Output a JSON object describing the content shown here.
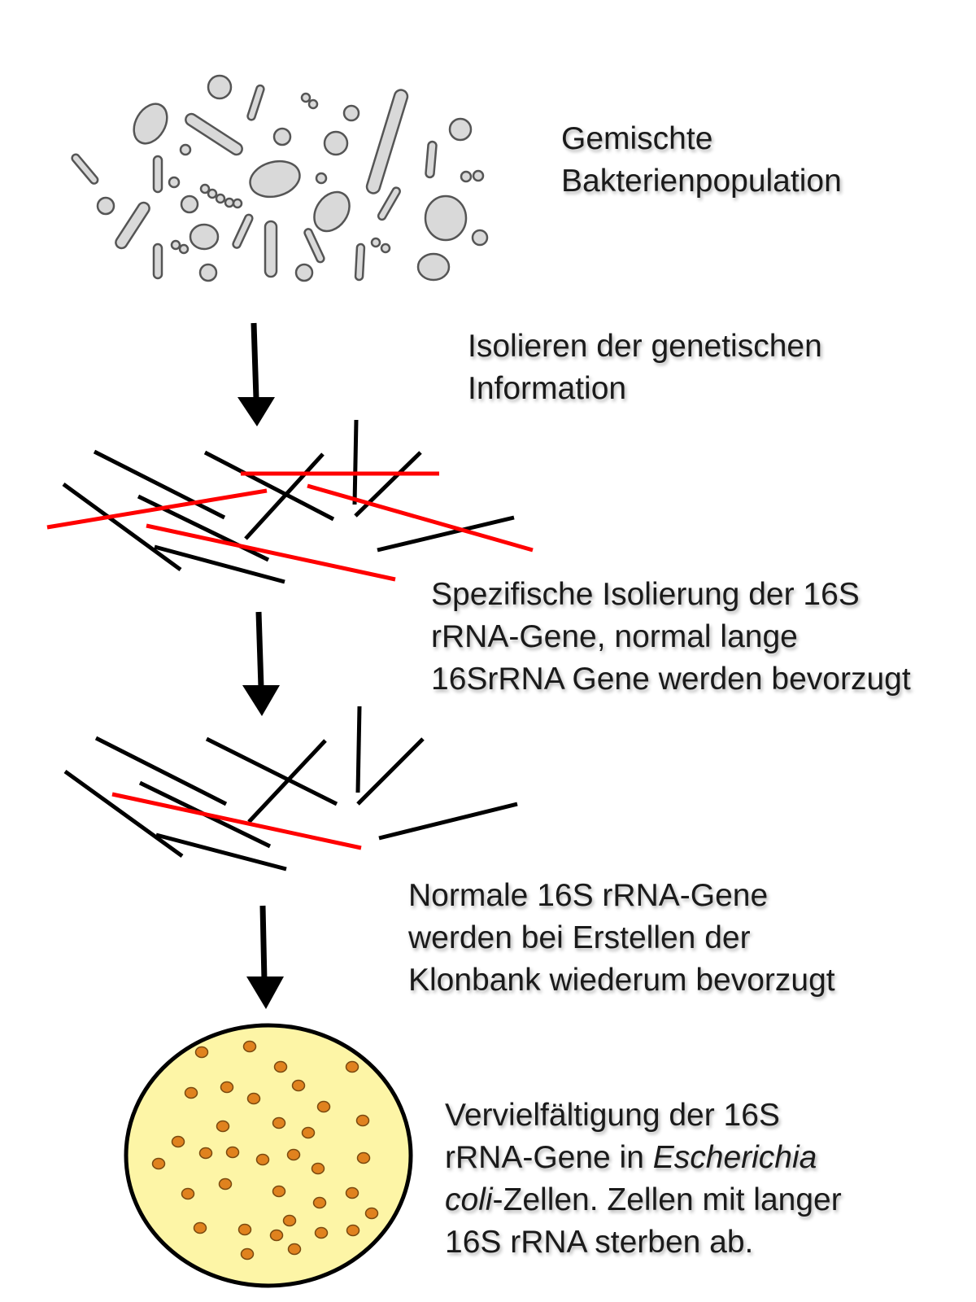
{
  "steps": {
    "mixed": {
      "line1": "Gemischte",
      "line2": "Bakterienpopulation"
    },
    "isolate": {
      "line1": "Isolieren der genetischen",
      "line2": "Information"
    },
    "specific": {
      "line1": "Spezifische Isolierung der 16S",
      "line2": "rRNA-Gene, normal lange",
      "line3": "16SrRNA Gene werden bevorzugt"
    },
    "clone": {
      "line1": "Normale 16S rRNA-Gene",
      "line2": "werden bei Erstellen der",
      "line3": "Klonbank wiederum bevorzugt"
    },
    "ecoli": {
      "line1": "Vervielfältigung der 16S",
      "line2a": "rRNA-Gene in ",
      "line2b": "Escherichia",
      "line3a": "coli",
      "line3b": "-Zellen. Zellen mit langer",
      "line4": "16S rRNA sterben ab."
    }
  },
  "colors": {
    "bacteria_fill": "#d9d9d9",
    "bacteria_stroke": "#555555",
    "gene_normal": "#000000",
    "gene_long": "#ff0000",
    "plate_fill": "#fdf5a6",
    "colony_fill": "#e0821e",
    "arrow": "#000000"
  }
}
